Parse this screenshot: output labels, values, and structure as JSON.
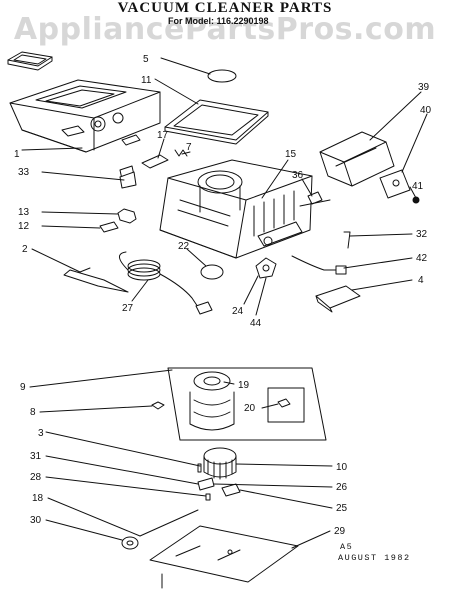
{
  "title": "Vacuum Cleaner Parts",
  "model": "For Model: 116.2290198",
  "watermark": "AppliancePartsPros.com",
  "footer": {
    "code": "A5",
    "date": "AUGUST 1982"
  },
  "callouts": [
    {
      "id": "5",
      "text": "5"
    },
    {
      "id": "11",
      "text": "11"
    },
    {
      "id": "39",
      "text": "39"
    },
    {
      "id": "40",
      "text": "40"
    },
    {
      "id": "1",
      "text": "1"
    },
    {
      "id": "17",
      "text": "17"
    },
    {
      "id": "7",
      "text": "7"
    },
    {
      "id": "15",
      "text": "15"
    },
    {
      "id": "33",
      "text": "33"
    },
    {
      "id": "36",
      "text": "36"
    },
    {
      "id": "41",
      "text": "41"
    },
    {
      "id": "13",
      "text": "13"
    },
    {
      "id": "12",
      "text": "12"
    },
    {
      "id": "32",
      "text": "32"
    },
    {
      "id": "22",
      "text": "22"
    },
    {
      "id": "2",
      "text": "2"
    },
    {
      "id": "42",
      "text": "42"
    },
    {
      "id": "4",
      "text": "4"
    },
    {
      "id": "27",
      "text": "27"
    },
    {
      "id": "24",
      "text": "24"
    },
    {
      "id": "44",
      "text": "44"
    },
    {
      "id": "9",
      "text": "9"
    },
    {
      "id": "19",
      "text": "19"
    },
    {
      "id": "8",
      "text": "8"
    },
    {
      "id": "20",
      "text": "20"
    },
    {
      "id": "3",
      "text": "3"
    },
    {
      "id": "10",
      "text": "10"
    },
    {
      "id": "31",
      "text": "31"
    },
    {
      "id": "26",
      "text": "26"
    },
    {
      "id": "28",
      "text": "28"
    },
    {
      "id": "25",
      "text": "25"
    },
    {
      "id": "18",
      "text": "18"
    },
    {
      "id": "30",
      "text": "30"
    },
    {
      "id": "29",
      "text": "29"
    }
  ]
}
